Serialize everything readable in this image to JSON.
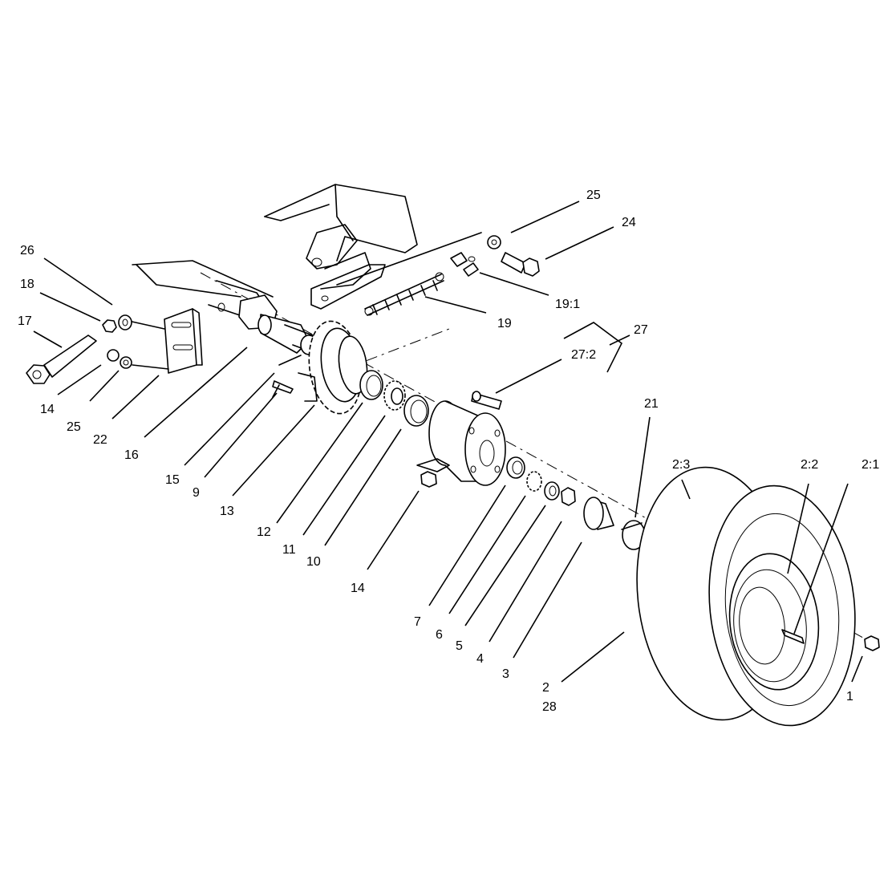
{
  "callouts": {
    "c1": "1",
    "c2": "2",
    "c28": "28",
    "c2_1": "2:1",
    "c2_2": "2:2",
    "c2_3": "2:3",
    "c3": "3",
    "c4": "4",
    "c5": "5",
    "c6": "6",
    "c7": "7",
    "c9": "9",
    "c10": "10",
    "c11": "11",
    "c12": "12",
    "c13": "13",
    "c14a": "14",
    "c14b": "14",
    "c15": "15",
    "c16": "16",
    "c17": "17",
    "c18": "18",
    "c19": "19",
    "c19_1": "19:1",
    "c21": "21",
    "c22": "22",
    "c24": "24",
    "c25a": "25",
    "c25b": "25",
    "c26": "26",
    "c27": "27",
    "c27_2": "27:2"
  }
}
